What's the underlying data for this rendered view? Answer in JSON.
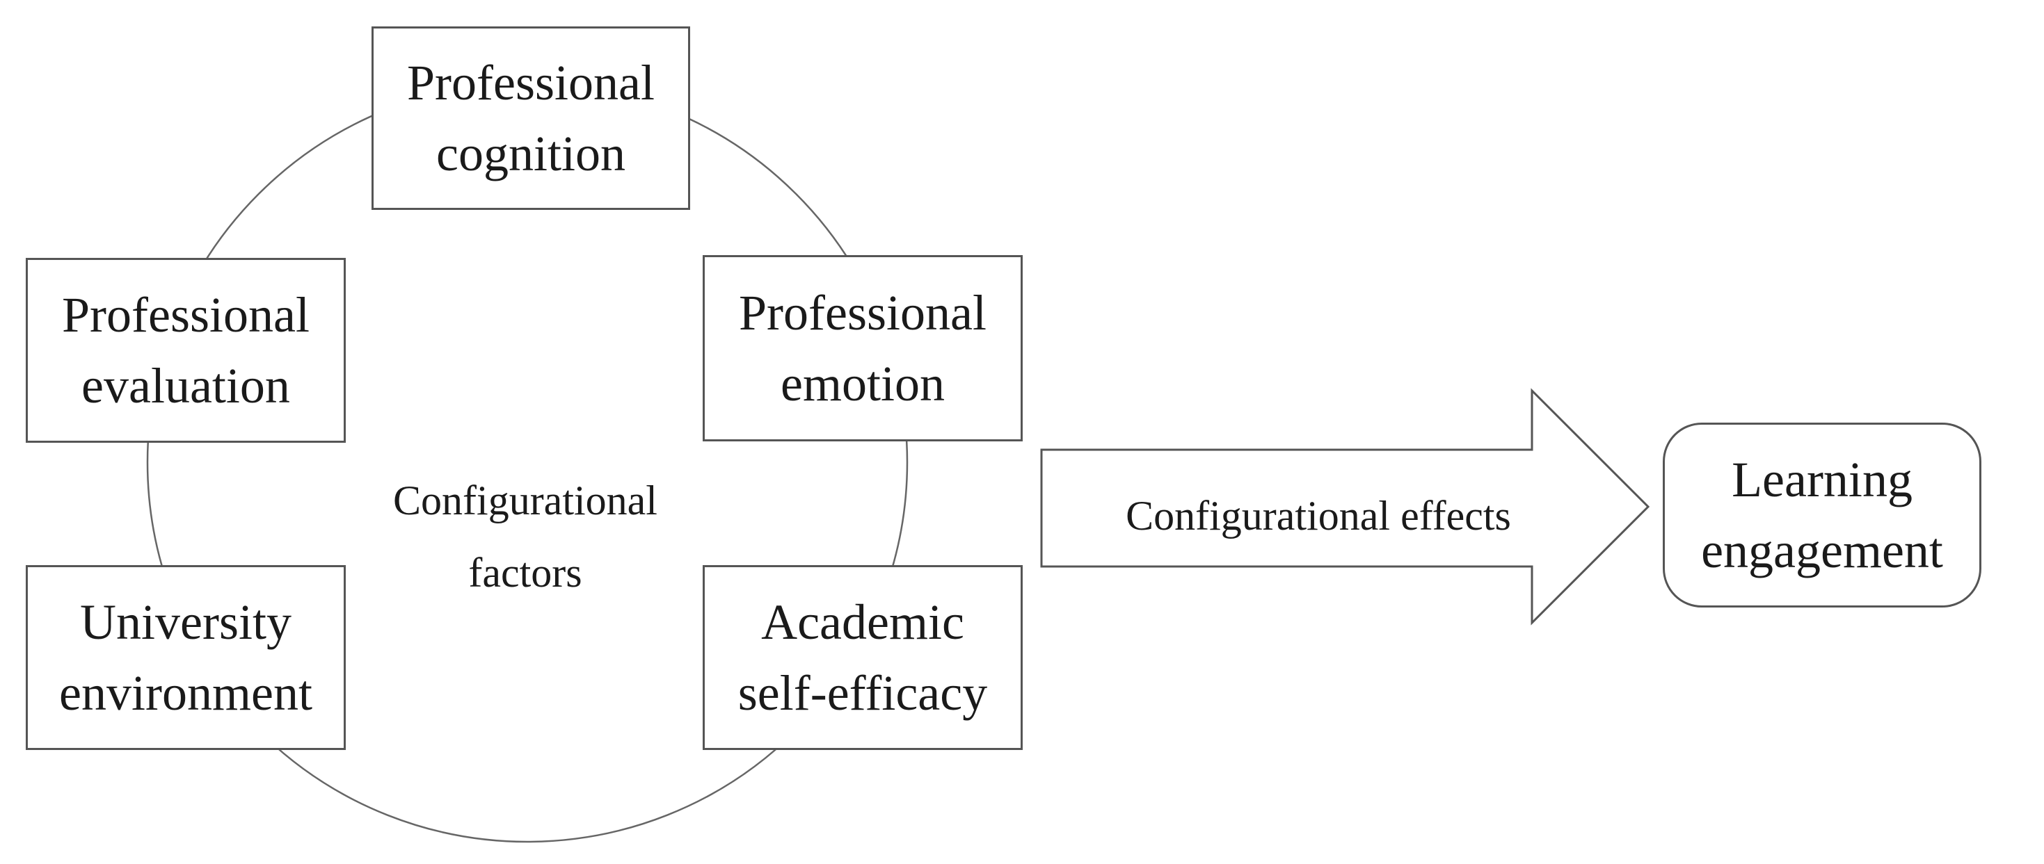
{
  "diagram": {
    "center_label": [
      "Configurational",
      "factors"
    ],
    "arrow_label": "Configurational effects",
    "factors": {
      "cognition": [
        "Professional",
        "cognition"
      ],
      "evaluation": [
        "Professional",
        "evaluation"
      ],
      "emotion": [
        "Professional",
        "emotion"
      ],
      "environment": [
        "University",
        "environment"
      ],
      "efficacy": [
        "Academic",
        "self-efficacy"
      ]
    },
    "outcome": [
      "Learning",
      "engagement"
    ],
    "colors": {
      "stroke": "#555555",
      "text": "#1a1a1a",
      "background": "#ffffff"
    }
  }
}
